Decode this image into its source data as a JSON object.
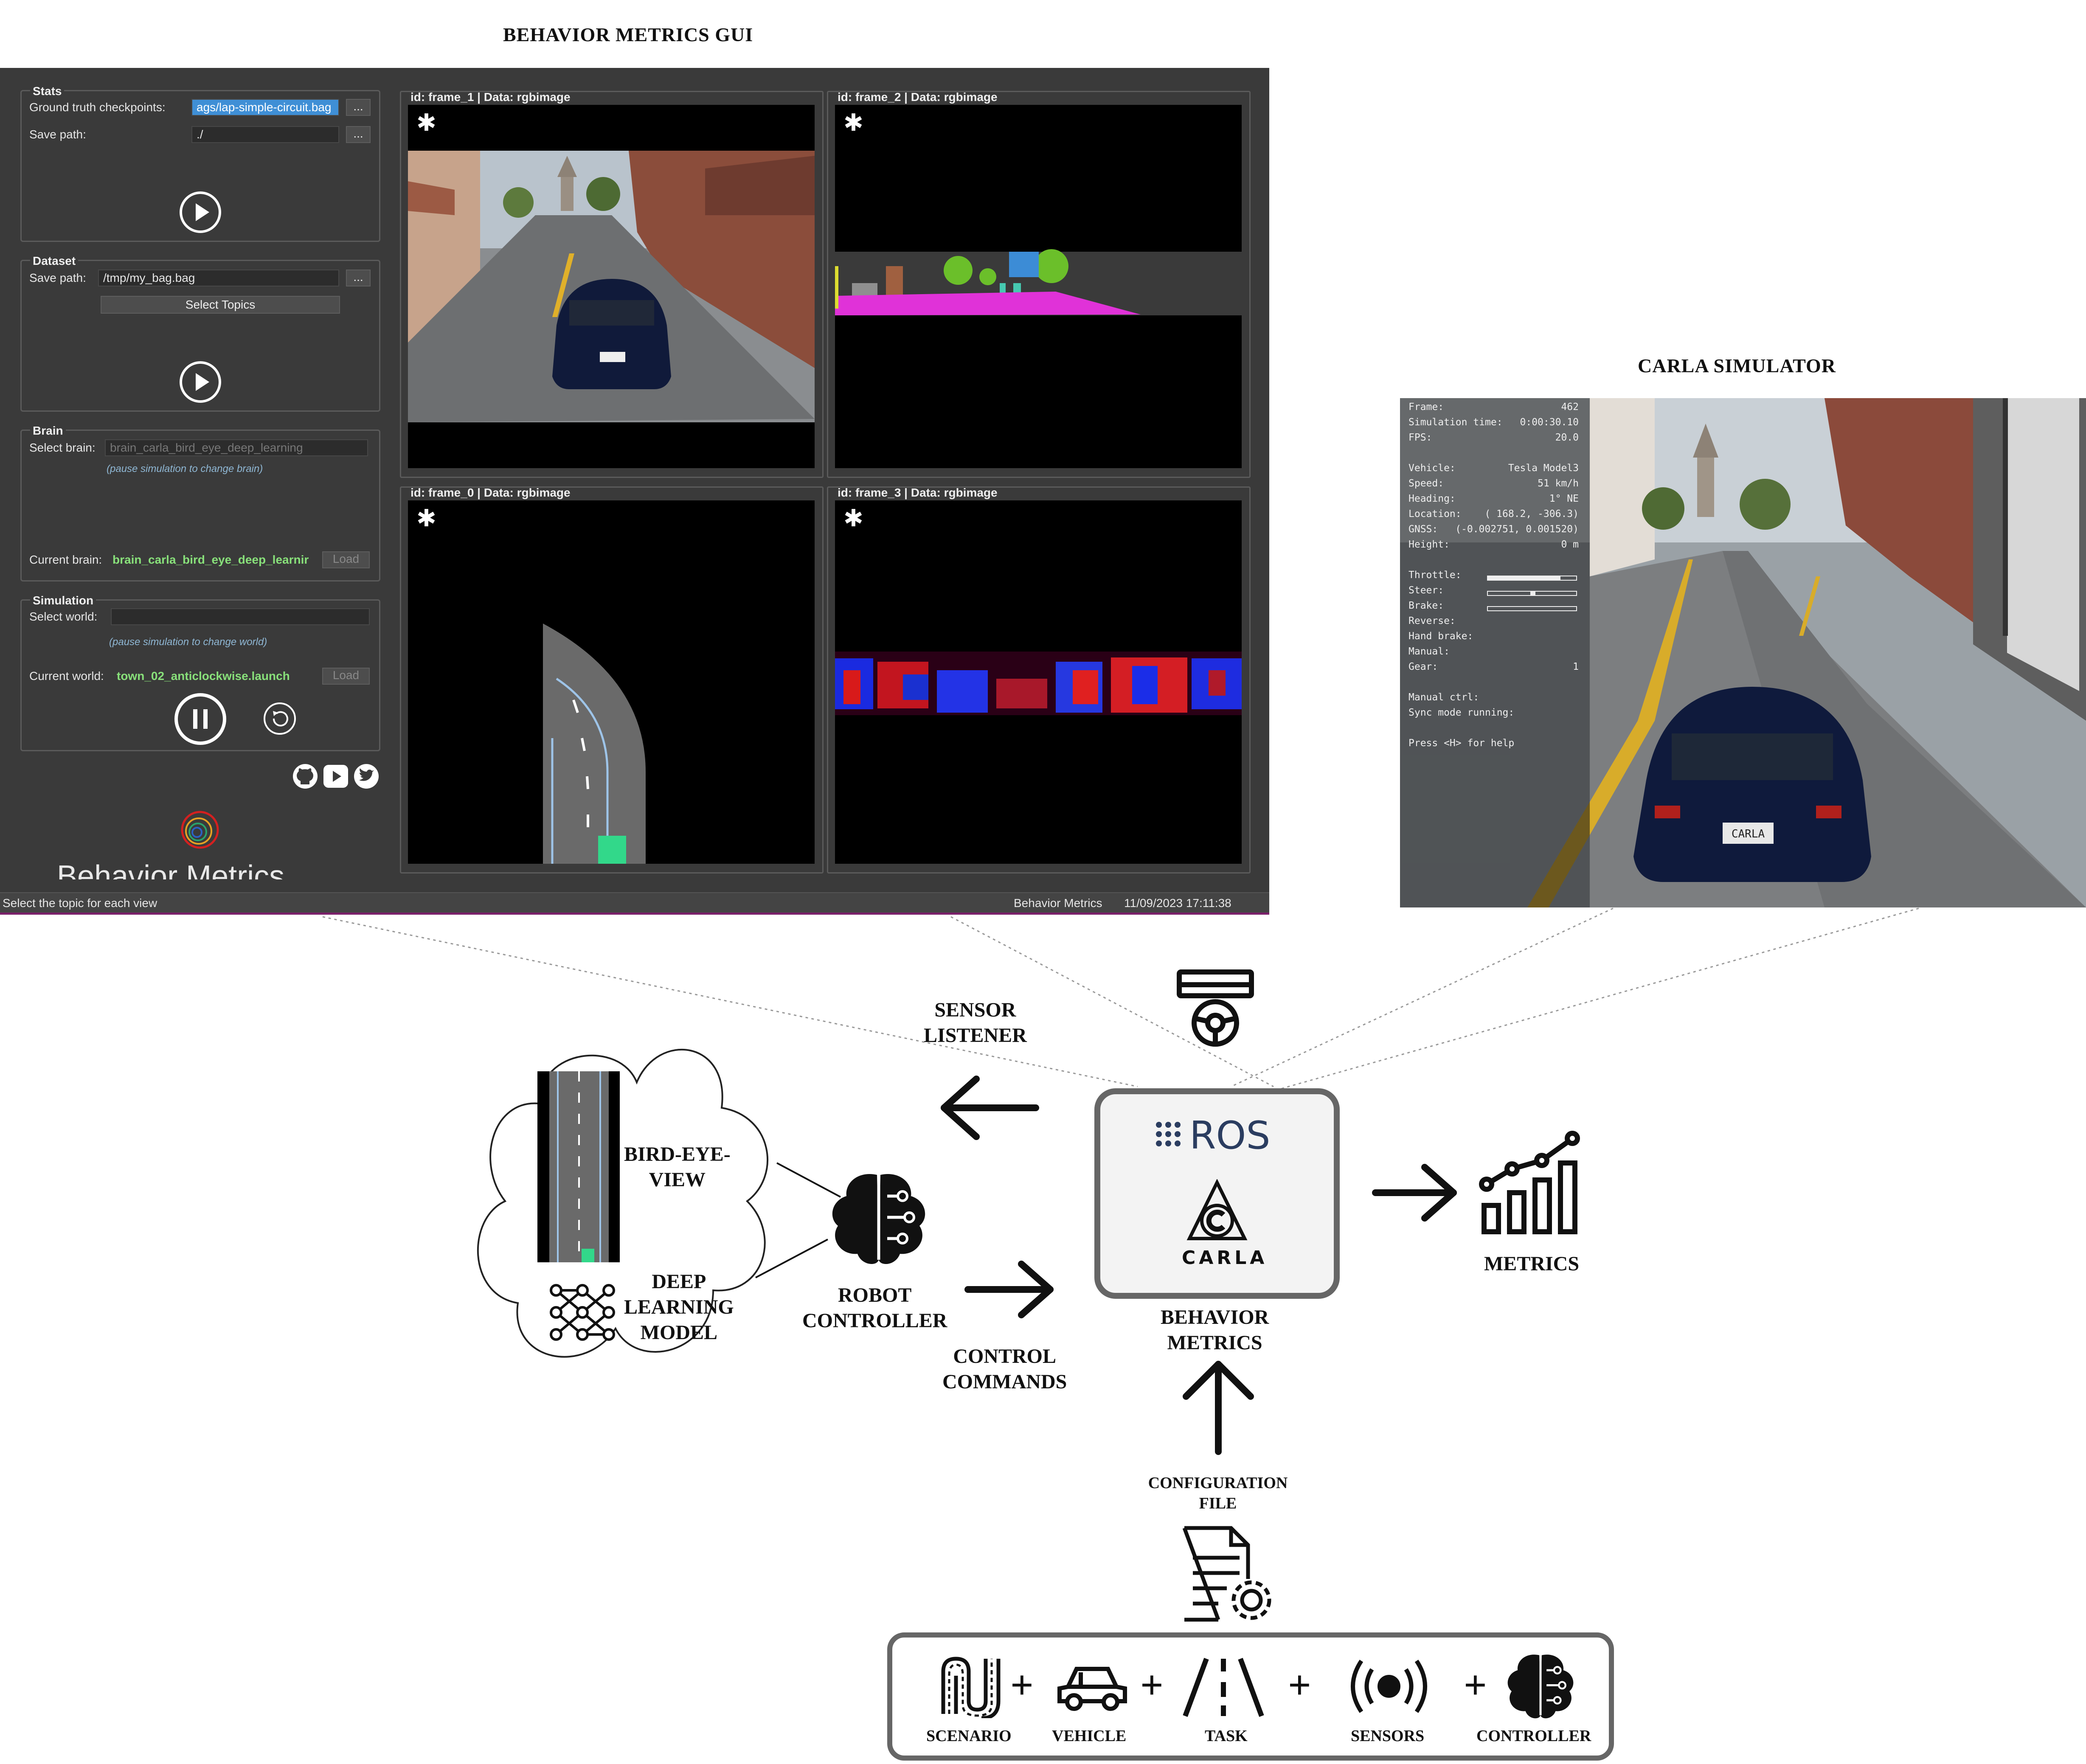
{
  "headings": {
    "gui": "BEHAVIOR METRICS GUI",
    "carla": "CARLA SIMULATOR"
  },
  "gui": {
    "stats": {
      "title": "Stats",
      "gt_label": "Ground truth checkpoints:",
      "gt_value": "ags/lap-simple-circuit.bag",
      "save_label": "Save path:",
      "save_value": "./",
      "browse": "..."
    },
    "dataset": {
      "title": "Dataset",
      "save_label": "Save path:",
      "save_value": "/tmp/my_bag.bag",
      "browse": "...",
      "select_topics": "Select Topics"
    },
    "brain": {
      "title": "Brain",
      "select_label": "Select brain:",
      "select_value": "brain_carla_bird_eye_deep_learning",
      "hint": "(pause simulation to change brain)",
      "current_label": "Current brain:",
      "current_value": "brain_carla_bird_eye_deep_learnir",
      "load": "Load"
    },
    "simulation": {
      "title": "Simulation",
      "select_label": "Select world:",
      "select_value": "",
      "hint": "(pause simulation to change world)",
      "current_label": "Current world:",
      "current_value": "town_02_anticlockwise.launch",
      "load": "Load"
    },
    "logo_text": "Behavior Metrics",
    "views": [
      {
        "title": "id:  frame_1 | Data:  rgbimage"
      },
      {
        "title": "id:  frame_2 | Data:  rgbimage"
      },
      {
        "title": "id:  frame_0 | Data:  rgbimage"
      },
      {
        "title": "id:  frame_3 | Data:  rgbimage"
      }
    ],
    "status": {
      "left": "Select the topic for each view",
      "app": "Behavior Metrics",
      "datetime": "11/09/2023 17:11:38"
    }
  },
  "carla_hud": {
    "rows": [
      {
        "k": "Frame:",
        "v": "462"
      },
      {
        "k": "Simulation time:",
        "v": "0:00:30.10"
      },
      {
        "k": "FPS:",
        "v": "20.0"
      },
      {
        "k": "",
        "v": ""
      },
      {
        "k": "Vehicle:",
        "v": "Tesla Model3"
      },
      {
        "k": "Speed:",
        "v": "51 km/h"
      },
      {
        "k": "Heading:",
        "v": "1° NE"
      },
      {
        "k": "Location:",
        "v": "( 168.2, -306.3)"
      },
      {
        "k": "GNSS:",
        "v": "(-0.002751,  0.001520)"
      },
      {
        "k": "Height:",
        "v": "0 m"
      },
      {
        "k": "",
        "v": ""
      },
      {
        "k": "Throttle:",
        "v": ""
      },
      {
        "k": "Steer:",
        "v": ""
      },
      {
        "k": "Brake:",
        "v": ""
      },
      {
        "k": "Reverse:",
        "v": ""
      },
      {
        "k": "Hand brake:",
        "v": ""
      },
      {
        "k": "Manual:",
        "v": ""
      },
      {
        "k": "Gear:",
        "v": "1"
      },
      {
        "k": "",
        "v": ""
      },
      {
        "k": "Manual ctrl:",
        "v": ""
      },
      {
        "k": "Sync mode running:",
        "v": ""
      },
      {
        "k": "",
        "v": ""
      },
      {
        "k": "Press <H> for help",
        "v": ""
      }
    ],
    "throttle": 0.82,
    "plate": "CARLA"
  },
  "diagram": {
    "sensor_listener": [
      "SENSOR",
      "LISTENER"
    ],
    "control_commands": [
      "CONTROL",
      "COMMANDS"
    ],
    "bird_eye_view": [
      "BIRD-EYE-",
      "VIEW"
    ],
    "deep_learning_model": [
      "DEEP",
      "LEARNING",
      "MODEL"
    ],
    "robot_controller": [
      "ROBOT",
      "CONTROLLER"
    ],
    "behavior_metrics": [
      "BEHAVIOR",
      "METRICS"
    ],
    "metrics": "METRICS",
    "configuration_file": [
      "CONFIGURATION",
      "FILE"
    ],
    "ros_logo": "ROS",
    "carla_logo": "CARLA",
    "components": [
      "SCENARIO",
      "VEHICLE",
      "TASK",
      "SENSORS",
      "CONTROLLER"
    ],
    "plus": "+"
  }
}
